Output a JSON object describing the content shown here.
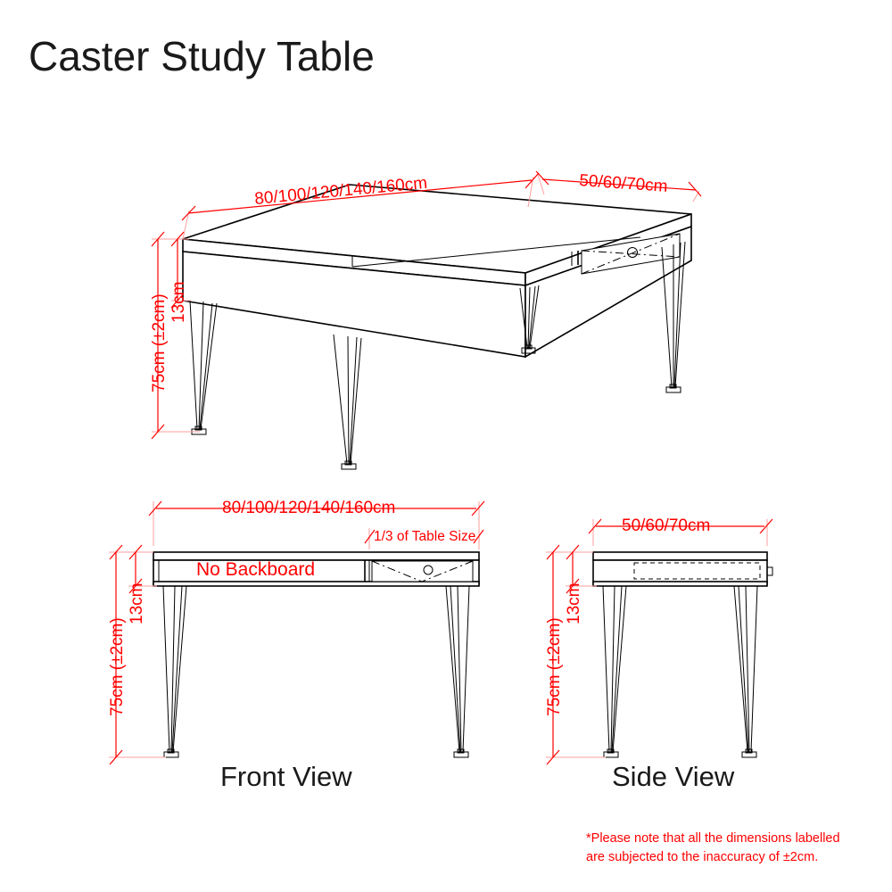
{
  "title": "Caster Study Table",
  "colors": {
    "annotation": "#ff0000",
    "line": "#000000",
    "background": "#ffffff"
  },
  "isometric": {
    "dim_width": "80/100/120/140/160cm",
    "dim_depth": "50/60/70cm",
    "dim_height": "75cm (±2cm)",
    "dim_apron": "13cm"
  },
  "front_view": {
    "label": "Front View",
    "dim_width": "80/100/120/140/160cm",
    "dim_height": "75cm (±2cm)",
    "dim_apron": "13cm",
    "drawer_note": "1/3 of Table Size",
    "body_note": "No Backboard"
  },
  "side_view": {
    "label": "Side View",
    "dim_width": "50/60/70cm",
    "dim_height": "75cm (±2cm)",
    "dim_apron": "13cm"
  },
  "footnote": {
    "line1": "*Please note that all the dimensions labelled",
    "line2": "are subjected to the inaccuracy of ±2cm."
  }
}
